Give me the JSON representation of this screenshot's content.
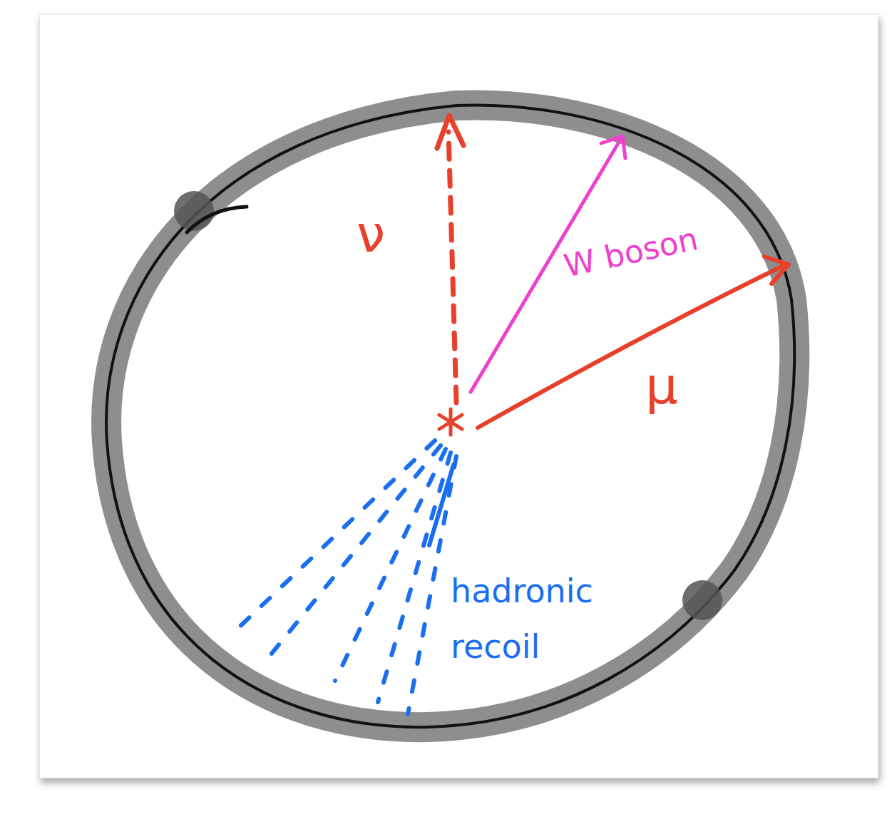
{
  "diagram": {
    "labels": [
      "ν",
      "W boson",
      "μ",
      "hadronic recoil"
    ]
  }
}
